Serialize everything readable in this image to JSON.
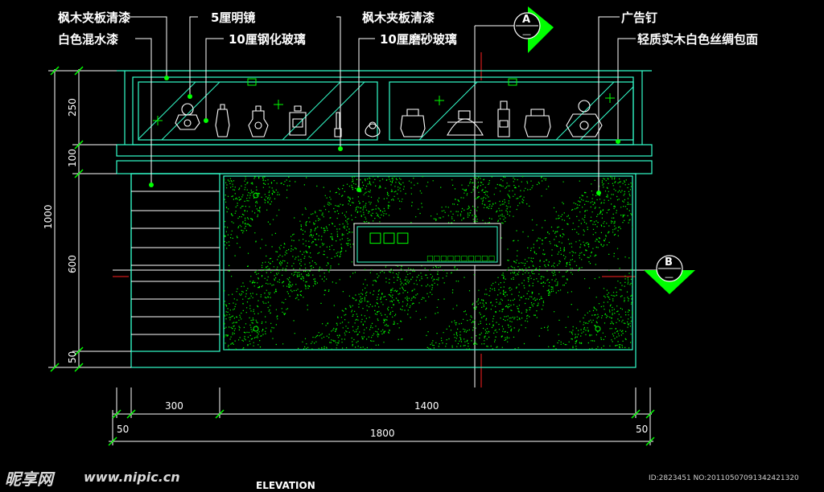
{
  "labels_left": [
    "枫木夹板清漆",
    "白色混水漆"
  ],
  "labels_mid1": [
    "5厘明镜",
    "10厘钢化玻璃"
  ],
  "labels_mid2": [
    "枫木夹板清漆",
    "10厘磨砂玻璃"
  ],
  "labels_right": [
    "广告钉",
    "轻质实木白色丝绸包面"
  ],
  "section_markers": [
    {
      "letter": "A",
      "dash": "—"
    },
    {
      "letter": "B",
      "dash": "—"
    }
  ],
  "vertical_dims": {
    "total": "1000",
    "top": "250",
    "middle_small": "100",
    "middle": "600",
    "bottom": "50"
  },
  "horizontal_dims": {
    "left": "300",
    "center": "1400",
    "outer_left": "50",
    "total": "1800",
    "outer_right": "50"
  },
  "sign": {
    "glyphs": "□□□",
    "code": "□□□□□□□□□□"
  },
  "title": "ELEVATION",
  "watermark": {
    "brand": "昵享网",
    "url": "www.nipic.cn",
    "id": "ID:2823451 NO:20110507091342421320"
  },
  "colors": {
    "outline": "#33ffcc",
    "green": "#00ff00",
    "text": "#ffffff",
    "leader": "#ffffff",
    "red": "#ff2020"
  }
}
